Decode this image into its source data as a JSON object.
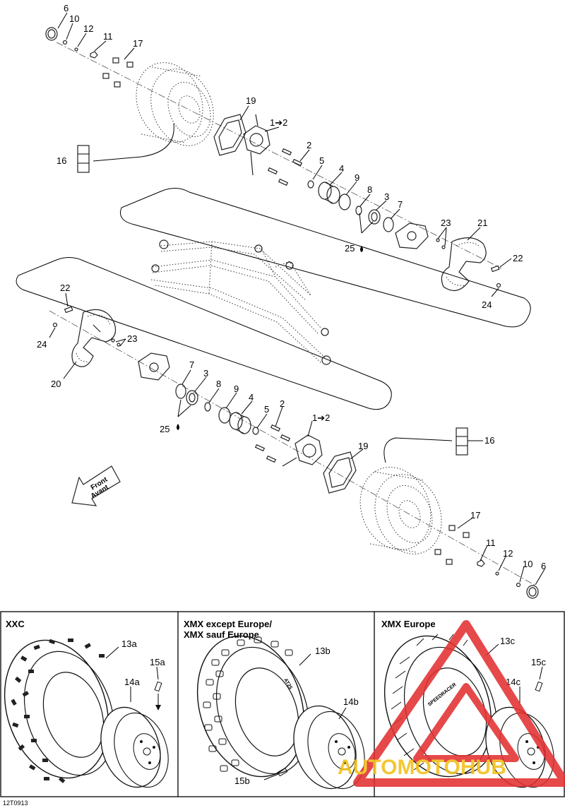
{
  "diagram_id": "12T0913",
  "direction_label": {
    "line1": "Front",
    "line2": "Avant"
  },
  "callouts": {
    "top": [
      {
        "key": "t6",
        "text": "6"
      },
      {
        "key": "t10",
        "text": "10"
      },
      {
        "key": "t12",
        "text": "12"
      },
      {
        "key": "t11",
        "text": "11"
      },
      {
        "key": "t17",
        "text": "17"
      },
      {
        "key": "t19",
        "text": "19"
      },
      {
        "key": "t1_2",
        "text": "1➔2"
      },
      {
        "key": "t16",
        "text": "16"
      },
      {
        "key": "t2",
        "text": "2"
      },
      {
        "key": "t5",
        "text": "5"
      },
      {
        "key": "t4",
        "text": "4"
      },
      {
        "key": "t9",
        "text": "9"
      },
      {
        "key": "t8",
        "text": "8"
      },
      {
        "key": "t3",
        "text": "3"
      },
      {
        "key": "t7",
        "text": "7"
      },
      {
        "key": "t23",
        "text": "23"
      },
      {
        "key": "t21",
        "text": "21"
      },
      {
        "key": "t25",
        "text": "25"
      },
      {
        "key": "t22",
        "text": "22"
      },
      {
        "key": "t24",
        "text": "24"
      }
    ],
    "bottom": [
      {
        "key": "b22",
        "text": "22"
      },
      {
        "key": "b24",
        "text": "24"
      },
      {
        "key": "b23",
        "text": "23"
      },
      {
        "key": "b20",
        "text": "20"
      },
      {
        "key": "b7",
        "text": "7"
      },
      {
        "key": "b3",
        "text": "3"
      },
      {
        "key": "b8",
        "text": "8"
      },
      {
        "key": "b9",
        "text": "9"
      },
      {
        "key": "b4",
        "text": "4"
      },
      {
        "key": "b5",
        "text": "5"
      },
      {
        "key": "b2",
        "text": "2"
      },
      {
        "key": "b1_2",
        "text": "1➔2"
      },
      {
        "key": "b25",
        "text": "25"
      },
      {
        "key": "b16",
        "text": "16"
      },
      {
        "key": "b19",
        "text": "19"
      },
      {
        "key": "b17",
        "text": "17"
      },
      {
        "key": "b11",
        "text": "11"
      },
      {
        "key": "b12",
        "text": "12"
      },
      {
        "key": "b10",
        "text": "10"
      },
      {
        "key": "b6",
        "text": "6"
      }
    ]
  },
  "variants": [
    {
      "title": "XXC",
      "title2": "",
      "tire": "13a",
      "rim": "14a",
      "valve": "15a"
    },
    {
      "title": "XMX except Europe/",
      "title2": "XMX sauf Europe",
      "tire": "13b",
      "rim": "14b",
      "valve": "15b"
    },
    {
      "title": "XMX Europe",
      "title2": "",
      "tire": "13c",
      "rim": "14c",
      "valve": "15c"
    }
  ],
  "tire_sidewall_text": {
    "variant_b": "AT25",
    "variant_c": "SPEEDRACER"
  },
  "watermark": {
    "text": "AUTOMOTOHUB",
    "color_red": "#e33030",
    "color_yellow": "#f2c018"
  }
}
